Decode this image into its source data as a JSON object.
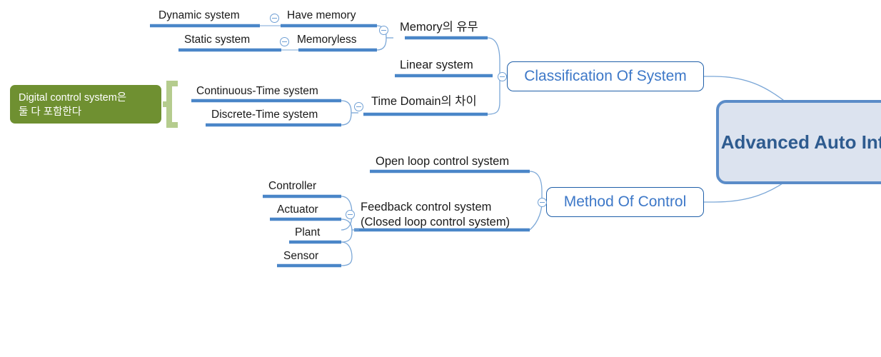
{
  "diagram": {
    "title": "Advanced Automation Introduction mind map",
    "colors": {
      "branch_blue": "#4a86c8",
      "connector_blue": "#7ba7d7",
      "topic_border": "#1f5fa9",
      "topic_text": "#3d78c8",
      "central_fill": "#dce3ef",
      "central_border": "#5b8cc8",
      "central_text": "#2e5b8f",
      "callout_green": "#6f9031",
      "callout_text": "#ffffff",
      "bracket_green": "#b5cc8e",
      "label_text": "#1a1a1a"
    }
  },
  "central": {
    "line1": "Advanced Auto",
    "line2": "Introdu",
    "full_text": "Advanced Auto\nIntrodu"
  },
  "topics": [
    {
      "id": "classification",
      "label": "Classification Of System"
    },
    {
      "id": "method",
      "label": "Method Of Control"
    }
  ],
  "classification_branch": {
    "subtopics": [
      {
        "id": "memory",
        "label": "Memory의 유무"
      },
      {
        "id": "linear",
        "label": "Linear system"
      },
      {
        "id": "time-domain",
        "label": "Time Domain의 차이"
      }
    ]
  },
  "memory_children": [
    {
      "id": "have-memory",
      "label": "Have memory"
    },
    {
      "id": "memoryless",
      "label": "Memoryless"
    }
  ],
  "memory_grandchildren": [
    {
      "id": "dynamic-system",
      "label": "Dynamic system"
    },
    {
      "id": "static-system",
      "label": "Static system"
    }
  ],
  "time_domain_children": [
    {
      "id": "continuous-time",
      "label": "Continuous-Time system"
    },
    {
      "id": "discrete-time",
      "label": "Discrete-Time system"
    }
  ],
  "method_branch": {
    "subtopics": [
      {
        "id": "open-loop",
        "label": "Open loop control system"
      },
      {
        "id": "feedback",
        "label": "Feedback control system\n(Closed loop control system)"
      }
    ]
  },
  "feedback_children": [
    {
      "id": "controller",
      "label": "Controller"
    },
    {
      "id": "actuator",
      "label": "Actuator"
    },
    {
      "id": "plant",
      "label": "Plant"
    },
    {
      "id": "sensor",
      "label": "Sensor"
    }
  ],
  "callout": {
    "id": "digital-control-note",
    "line1": "Digital control system은",
    "line2": "둘 다 포함한다",
    "text": "Digital control system은\n둘 다 포함한다"
  }
}
